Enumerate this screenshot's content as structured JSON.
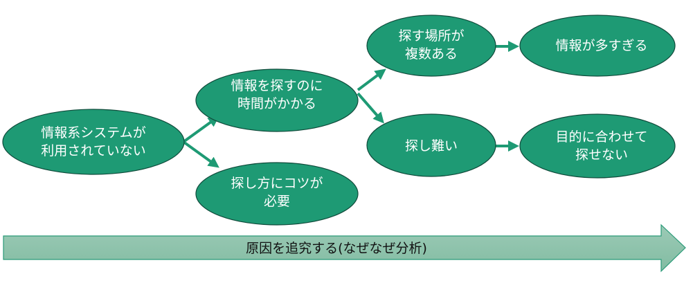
{
  "nodes": {
    "root": {
      "line1": "情報系システムが",
      "line2": "利用されていない"
    },
    "time": {
      "line1": "情報を探すのに",
      "line2": "時間がかかる"
    },
    "knack": {
      "line1": "探し方にコツが",
      "line2": "必要"
    },
    "places": {
      "line1": "探す場所が",
      "line2": "複数ある"
    },
    "hard": {
      "line1": "探し難い"
    },
    "toomuch": {
      "line1": "情報が多すぎる"
    },
    "purpose": {
      "line1": "目的に合わせて",
      "line2": "探せない"
    }
  },
  "banner": {
    "label": "原因を追究する(なぜなぜ分析)"
  },
  "colors": {
    "node": "#1e9a74",
    "node_border": "#0f4a3a",
    "banner_top": "#9ccab6",
    "banner_bottom": "#82bca2"
  }
}
